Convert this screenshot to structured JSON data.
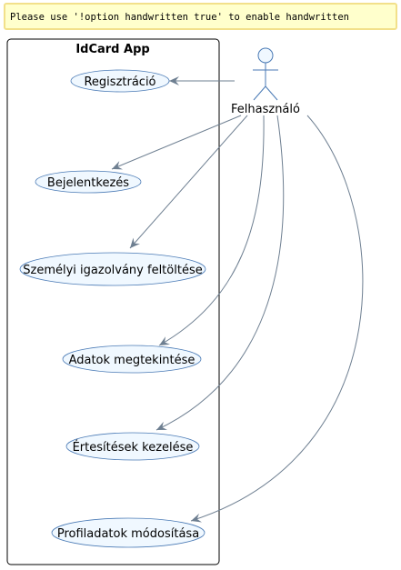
{
  "banner": {
    "text": "Please use '!option handwritten true' to enable handwritten"
  },
  "system": {
    "title": "IdCard App"
  },
  "actor": {
    "name": "Felhasználó"
  },
  "use_cases": [
    {
      "label": "Regisztráció"
    },
    {
      "label": "Bejelentkezés"
    },
    {
      "label": "Személyi igazolvány feltöltése"
    },
    {
      "label": "Adatok megtekintése"
    },
    {
      "label": "Értesítések kezelése"
    },
    {
      "label": "Profiladatok módosítása"
    }
  ],
  "colors": {
    "banner_fill": "#ffffcc",
    "banner_stroke": "#f2e08a",
    "usecase_fill": "#f0f8ff",
    "usecase_stroke": "#4a7ab5",
    "arrow": "#6e7f91",
    "actor_stroke": "#4a7ab5"
  }
}
